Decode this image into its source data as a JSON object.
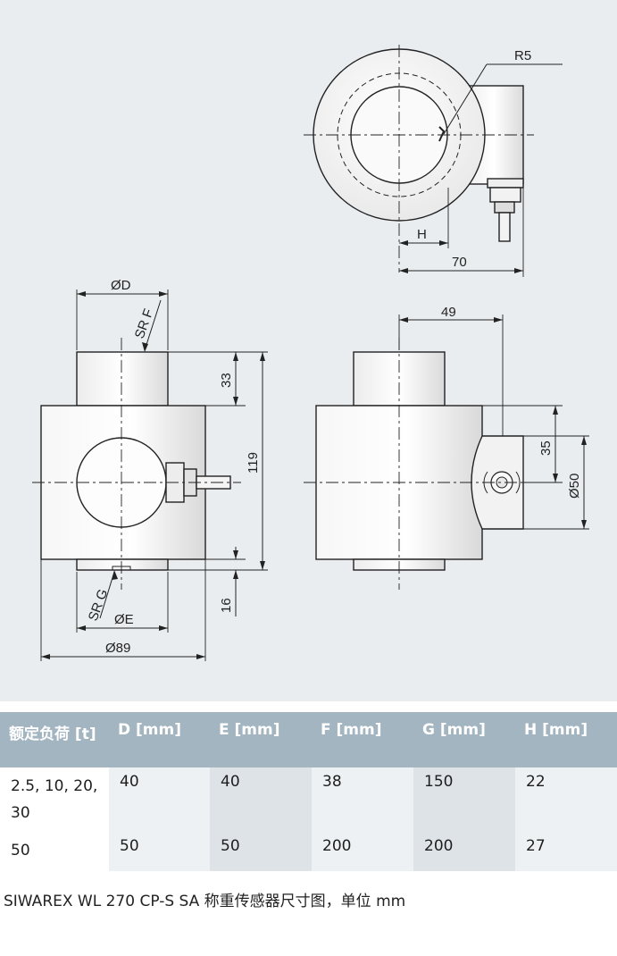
{
  "drawing": {
    "labels": {
      "r5": "R5",
      "h": "H",
      "d70": "70",
      "od": "ØD",
      "srf": "SR F",
      "d33": "33",
      "d119": "119",
      "d16": "16",
      "srg": "SR G",
      "oe": "ØE",
      "o89": "Ø89",
      "d49": "49",
      "d35": "35",
      "o50": "Ø50"
    }
  },
  "table": {
    "headers": [
      "额定负荷 [t]",
      "D [mm]",
      "E [mm]",
      "F [mm]",
      "G [mm]",
      "H [mm]"
    ],
    "rows": [
      [
        "2.5, 10, 20, 30",
        "40",
        "40",
        "38",
        "150",
        "22"
      ],
      [
        "50",
        "50",
        "50",
        "200",
        "200",
        "27"
      ]
    ]
  },
  "caption": "SIWAREX WL 270 CP-S SA 称重传感器尺寸图，单位 mm"
}
